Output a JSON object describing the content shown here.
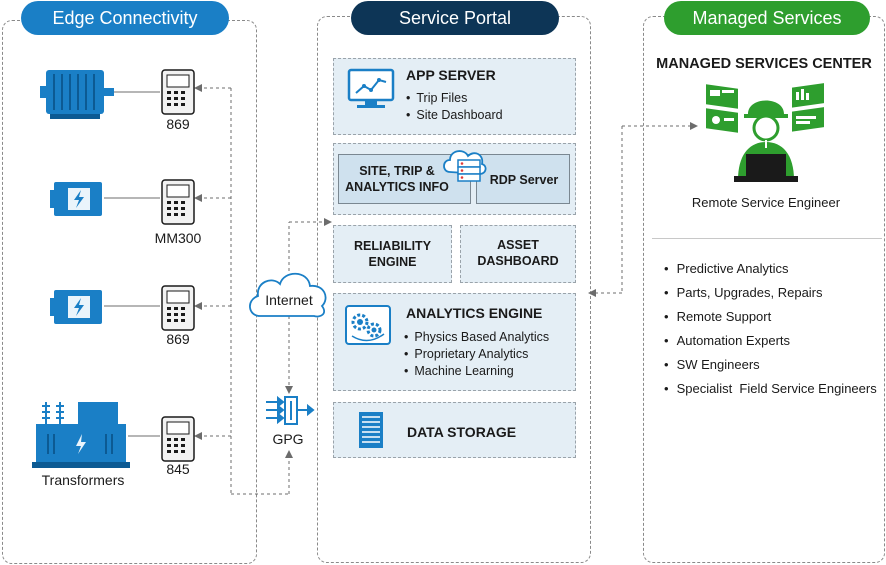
{
  "panels": {
    "edge": {
      "title": "Edge Connectivity",
      "color": "#1a7fc6"
    },
    "portal": {
      "title": "Service Portal",
      "color": "#0d3556"
    },
    "managed": {
      "title": "Managed Services",
      "color": "#2e9e2e"
    }
  },
  "edge_devices": [
    {
      "label": "869",
      "icon": "motor-icon"
    },
    {
      "label": "MM300",
      "icon": "motor-controller-icon"
    },
    {
      "label": "869",
      "icon": "generator-icon"
    },
    {
      "label": "845",
      "icon": "transformer-icon"
    }
  ],
  "transformers_label": "Transformers",
  "internet_label": "Internet",
  "gpg_label": "GPG",
  "portal": {
    "app_server": {
      "title": "APP SERVER",
      "items": [
        "Trip Files",
        "Site Dashboard"
      ]
    },
    "site_trip": {
      "line1": "SITE, TRIP &",
      "line2": "ANALYTICS INFO",
      "rdp": "RDP Server"
    },
    "reliability": {
      "line1": "RELIABILITY",
      "line2": "ENGINE"
    },
    "asset": {
      "line1": "ASSET",
      "line2": "DASHBOARD"
    },
    "analytics": {
      "title": "ANALYTICS ENGINE",
      "items": [
        "Physics Based Analytics",
        "Proprietary Analytics",
        "Machine Learning"
      ]
    },
    "storage": {
      "title": "DATA STORAGE"
    }
  },
  "managed": {
    "center_title": "MANAGED SERVICES CENTER",
    "engineer_label": "Remote Service Engineer",
    "services": [
      "Predictive Analytics",
      "Parts, Upgrades, Repairs",
      "Remote Support",
      "Automation Experts",
      "SW Engineers",
      "Specialist  Field Service Engineers"
    ]
  },
  "colors": {
    "device_blue": "#1a7fc6",
    "engineer_green": "#2e9e2e",
    "box_fill": "#e4eef5"
  }
}
